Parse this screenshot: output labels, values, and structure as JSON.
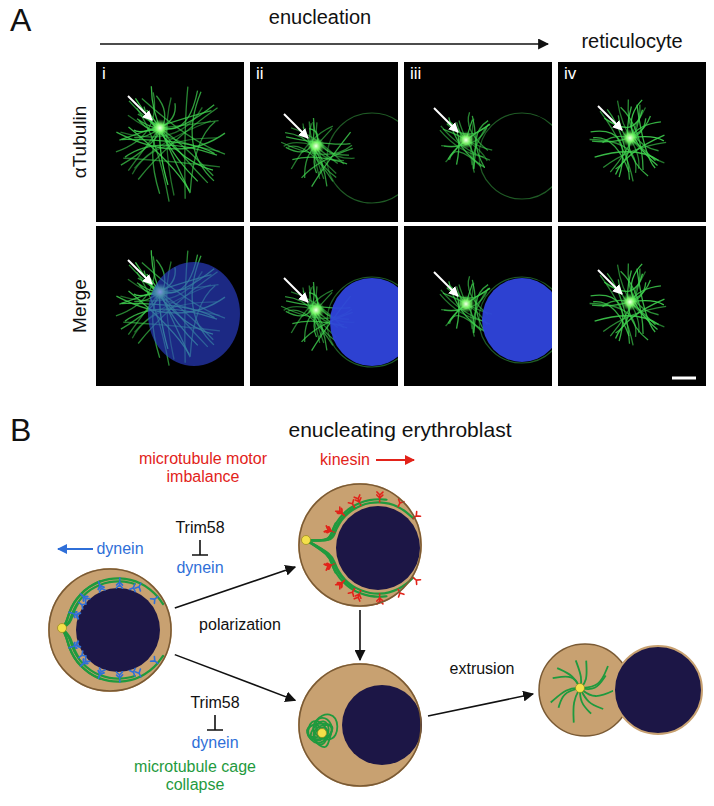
{
  "diagram": {
    "nodes": [
      {
        "text": [
          "dynein"
        ]
      },
      {
        "text": [
          "kinesin",
          "microtubule motor imbalance"
        ]
      },
      {
        "text": [
          "microtubule cage collapse"
        ]
      }
    ],
    "edges": [
      {
        "from": 0,
        "to": 1,
        "arrow": "to"
      },
      {
        "from": 0,
        "to": 2,
        "arrow": "to"
      },
      {
        "from": 1,
        "to": 2,
        "arrow": "to"
      }
    ],
    "labels": [
      "A",
      "enucleation",
      "reticulocyte",
      "αTubulin",
      "Merge",
      "i",
      "ii",
      "iii",
      "iv",
      "B",
      "enucleating erythroblast",
      "Trim58",
      "dynein",
      "polarization",
      "Trim58",
      "dynein",
      "extrusion"
    ]
  }
}
